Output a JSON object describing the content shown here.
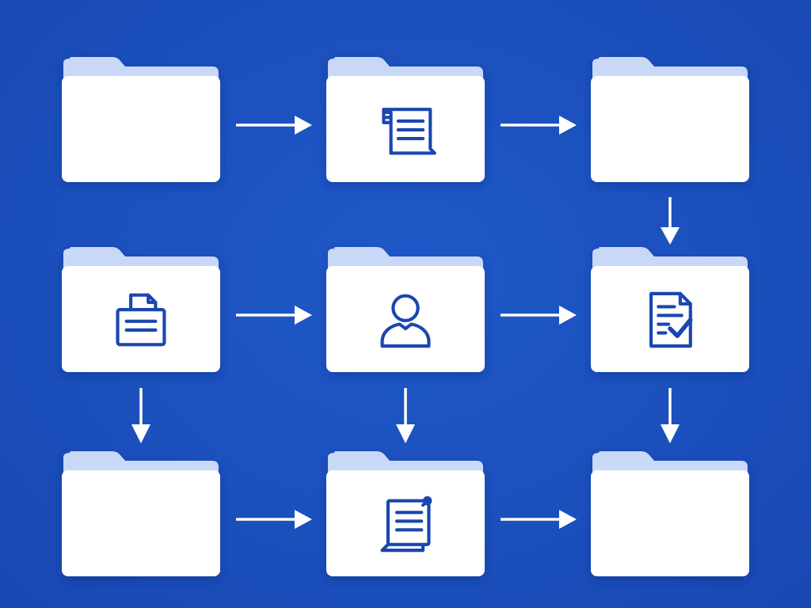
{
  "diagram": {
    "colors": {
      "background": "#1b50bd",
      "folder_body": "#ffffff",
      "folder_tab": "#c9d8f6",
      "icon_stroke": "#1a47b0",
      "arrow": "#ffffff"
    },
    "folders": [
      {
        "id": "folder-1",
        "icon": "none"
      },
      {
        "id": "folder-2",
        "icon": "scroll-document-icon"
      },
      {
        "id": "folder-3",
        "icon": "none"
      },
      {
        "id": "folder-4",
        "icon": "printer-document-icon"
      },
      {
        "id": "folder-5",
        "icon": "user-icon"
      },
      {
        "id": "folder-6",
        "icon": "approved-document-icon"
      },
      {
        "id": "folder-7",
        "icon": "none"
      },
      {
        "id": "folder-8",
        "icon": "pinned-note-icon"
      },
      {
        "id": "folder-9",
        "icon": "none"
      }
    ],
    "connections": [
      {
        "from": "folder-1",
        "to": "folder-2"
      },
      {
        "from": "folder-2",
        "to": "folder-3"
      },
      {
        "from": "folder-3",
        "to": "folder-6"
      },
      {
        "from": "folder-4",
        "to": "folder-5"
      },
      {
        "from": "folder-5",
        "to": "folder-6"
      },
      {
        "from": "folder-4",
        "to": "folder-7"
      },
      {
        "from": "folder-5",
        "to": "folder-8"
      },
      {
        "from": "folder-6",
        "to": "folder-9"
      },
      {
        "from": "folder-7",
        "to": "folder-8"
      },
      {
        "from": "folder-8",
        "to": "folder-9"
      }
    ]
  }
}
